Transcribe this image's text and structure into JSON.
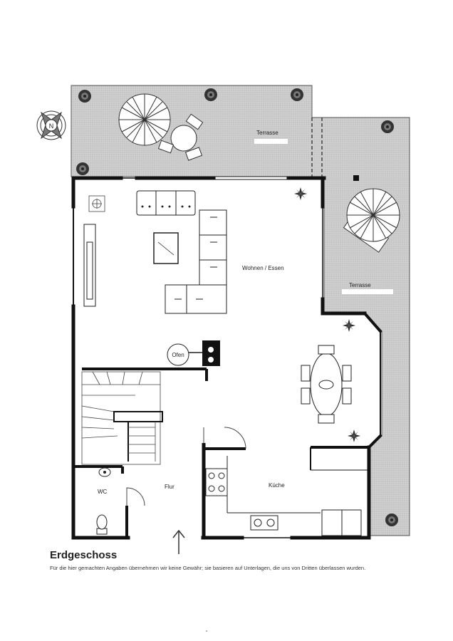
{
  "compass_letter": "N",
  "rooms": {
    "terrace_top": "Terrasse",
    "terrace_right": "Terrasse",
    "living": "Wohnen / Essen",
    "oven": "Ofen",
    "wc": "WC",
    "hall": "Flur",
    "kitchen": "Küche"
  },
  "title": "Erdgeschoss",
  "disclaimer": "Für die hier gemachten Angaben übernehmen wir keine Gewähr; sie basieren auf Unterlagen, die uns von Dritten überlassen wurden."
}
